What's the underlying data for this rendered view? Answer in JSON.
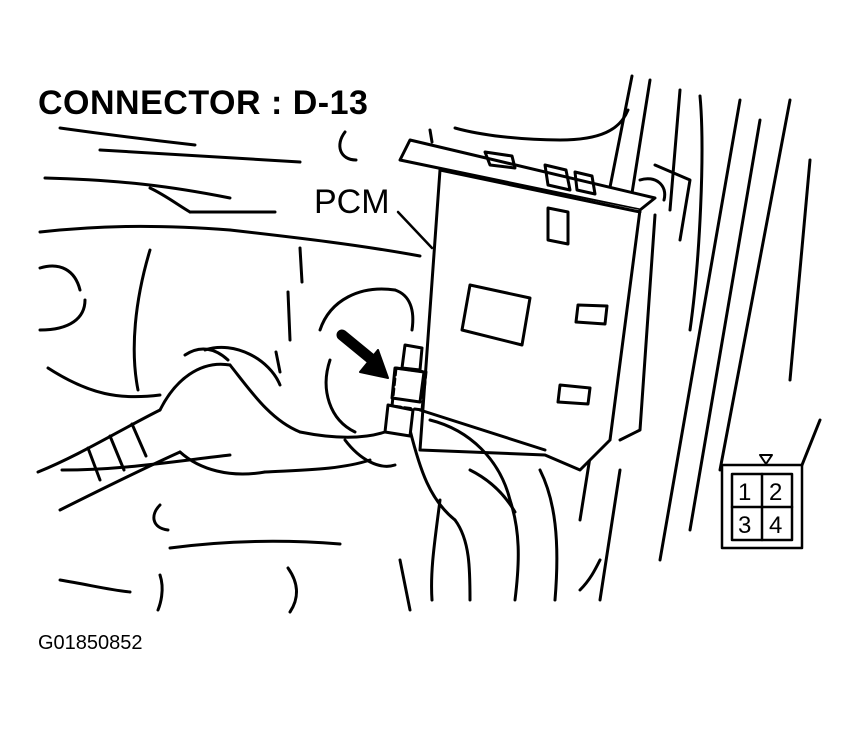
{
  "title": "CONNECTOR : D-13",
  "component_label": "PCM",
  "figure_id": "G01850852",
  "connector": {
    "pins": [
      "1",
      "2",
      "3",
      "4"
    ]
  },
  "colors": {
    "ink": "#000000",
    "paper": "#ffffff"
  }
}
